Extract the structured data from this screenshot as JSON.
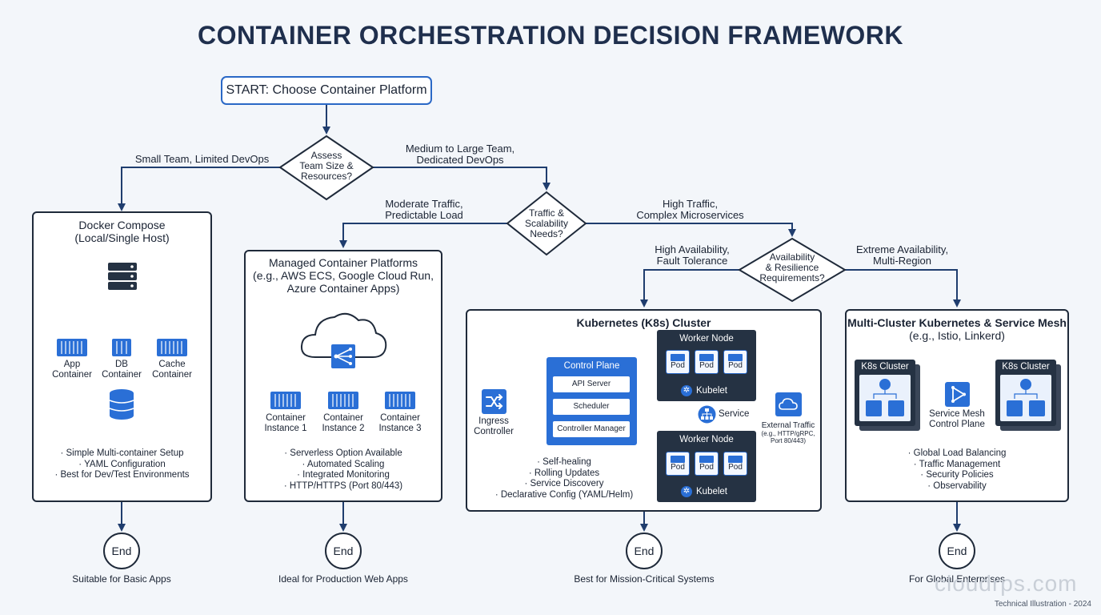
{
  "title": "CONTAINER ORCHESTRATION DECISION FRAMEWORK",
  "start": "START: Choose Container Platform",
  "decisions": {
    "team": [
      "Assess",
      "Team Size &",
      "Resources?"
    ],
    "traffic": [
      "Traffic &",
      "Scalability",
      "Needs?"
    ],
    "availability": [
      "Availability",
      "& Resilience",
      "Requirements?"
    ]
  },
  "edges": {
    "small_team": "Small Team, Limited DevOps",
    "medium_team": [
      "Medium to Large Team,",
      "Dedicated DevOps"
    ],
    "moderate_traffic": [
      "Moderate Traffic,",
      "Predictable Load"
    ],
    "high_traffic": [
      "High Traffic,",
      "Complex Microservices"
    ],
    "high_availability": [
      "High Availability,",
      "Fault Tolerance"
    ],
    "extreme_availability": [
      "Extreme Availability,",
      "Multi-Region"
    ]
  },
  "compose": {
    "title": [
      "Docker Compose",
      "(Local/Single Host)"
    ],
    "containers": [
      [
        "App",
        "Container"
      ],
      [
        "DB",
        "Container"
      ],
      [
        "Cache",
        "Container"
      ]
    ],
    "bullets": [
      "· Simple Multi-container Setup",
      "· YAML Configuration",
      "· Best for Dev/Test Environments"
    ]
  },
  "managed": {
    "title": [
      "Managed Container Platforms",
      "(e.g., AWS ECS, Google Cloud Run,",
      "Azure Container Apps)"
    ],
    "instances": [
      [
        "Container",
        "Instance 1"
      ],
      [
        "Container",
        "Instance 2"
      ],
      [
        "Container",
        "Instance 3"
      ]
    ],
    "bullets": [
      "· Serverless Option Available",
      "· Automated Scaling",
      "· Integrated Monitoring",
      "· HTTP/HTTPS (Port 80/443)"
    ]
  },
  "k8s": {
    "title": "Kubernetes (K8s) Cluster",
    "ingress": [
      "Ingress",
      "Controller"
    ],
    "control_plane": "Control Plane",
    "cp_items": [
      "API Server",
      "Scheduler",
      "Controller Manager"
    ],
    "worker_node": "Worker Node",
    "pod": "Pod",
    "kubelet": "Kubelet",
    "service": "Service",
    "external": [
      "External Traffic",
      "(e.g., HTTP/gRPC,",
      "Port 80/443)"
    ],
    "bullets": [
      "· Self-healing",
      "· Rolling Updates",
      "· Service Discovery",
      "· Declarative Config (YAML/Helm)"
    ]
  },
  "multi": {
    "title": [
      "Multi-Cluster Kubernetes & Service Mesh",
      "(e.g., Istio, Linkerd)"
    ],
    "cluster": "K8s Cluster",
    "mesh": [
      "Service Mesh",
      "Control Plane"
    ],
    "bullets": [
      "· Global Load Balancing",
      "· Traffic Management",
      "· Security Policies",
      "· Observability"
    ]
  },
  "ends": [
    {
      "label": "End",
      "caption": "Suitable for Basic Apps"
    },
    {
      "label": "End",
      "caption": "Ideal for Production Web Apps"
    },
    {
      "label": "End",
      "caption": "Best for Mission-Critical Systems"
    },
    {
      "label": "End",
      "caption": "For Global Enterprises"
    }
  ],
  "watermark": "cloudrps.com",
  "footer": "Technical Illustration - 2024",
  "colors": {
    "accent": "#2a68c6",
    "dark": "#253243",
    "outline": "#1f2a3a"
  }
}
